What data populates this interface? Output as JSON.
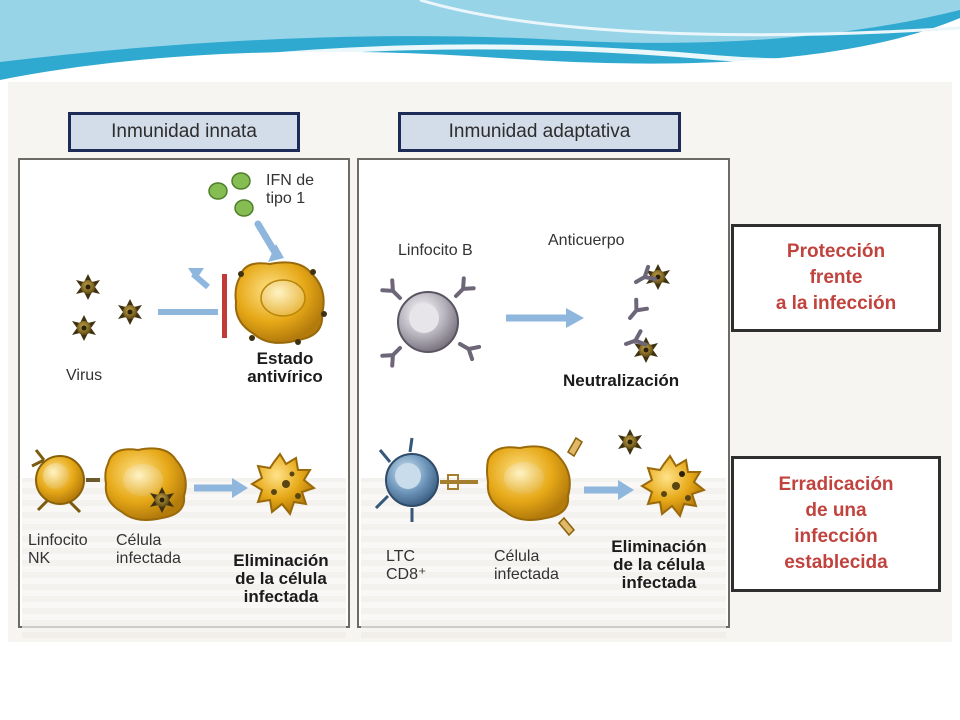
{
  "colors": {
    "banner_main": "#2fa9cf",
    "banner_light": "#a9dcec",
    "header_border": "#1d2b57",
    "header_fill": "#d2dde9",
    "outcome_text": "#c0433e",
    "cell_gold": "#e6a817",
    "arrow_blue": "#8fb6dd",
    "block_red": "#c23a36",
    "ifn_green": "#7bb84a",
    "lymph_b": "#a7a3ad",
    "ltc": "#5d86ab"
  },
  "headers": {
    "innate": "Inmunidad innata",
    "adaptive": "Inmunidad adaptativa"
  },
  "innate": {
    "ifn_line1": "IFN de",
    "ifn_line2": "tipo 1",
    "virus": "Virus",
    "state_line1": "Estado",
    "state_line2": "antivírico",
    "nk_line1": "Linfocito",
    "nk_line2": "NK",
    "infected_line1": "Célula",
    "infected_line2": "infectada",
    "elim_line1": "Eliminación",
    "elim_line2": "de la célula",
    "elim_line3": "infectada"
  },
  "adaptive": {
    "bcell": "Linfocito B",
    "antibody": "Anticuerpo",
    "neutralization": "Neutralización",
    "ltc_line1": "LTC",
    "ltc_line2": "CD8⁺",
    "infected_line1": "Célula",
    "infected_line2": "infectada",
    "elim_line1": "Eliminación",
    "elim_line2": "de la célula",
    "elim_line3": "infectada"
  },
  "outcomes": {
    "protection_line1": "Protección",
    "protection_line2": "frente",
    "protection_line3": "a la infección",
    "eradication_line1": "Erradicación",
    "eradication_line2": "de una",
    "eradication_line3": "infección",
    "eradication_line4": "establecida"
  }
}
